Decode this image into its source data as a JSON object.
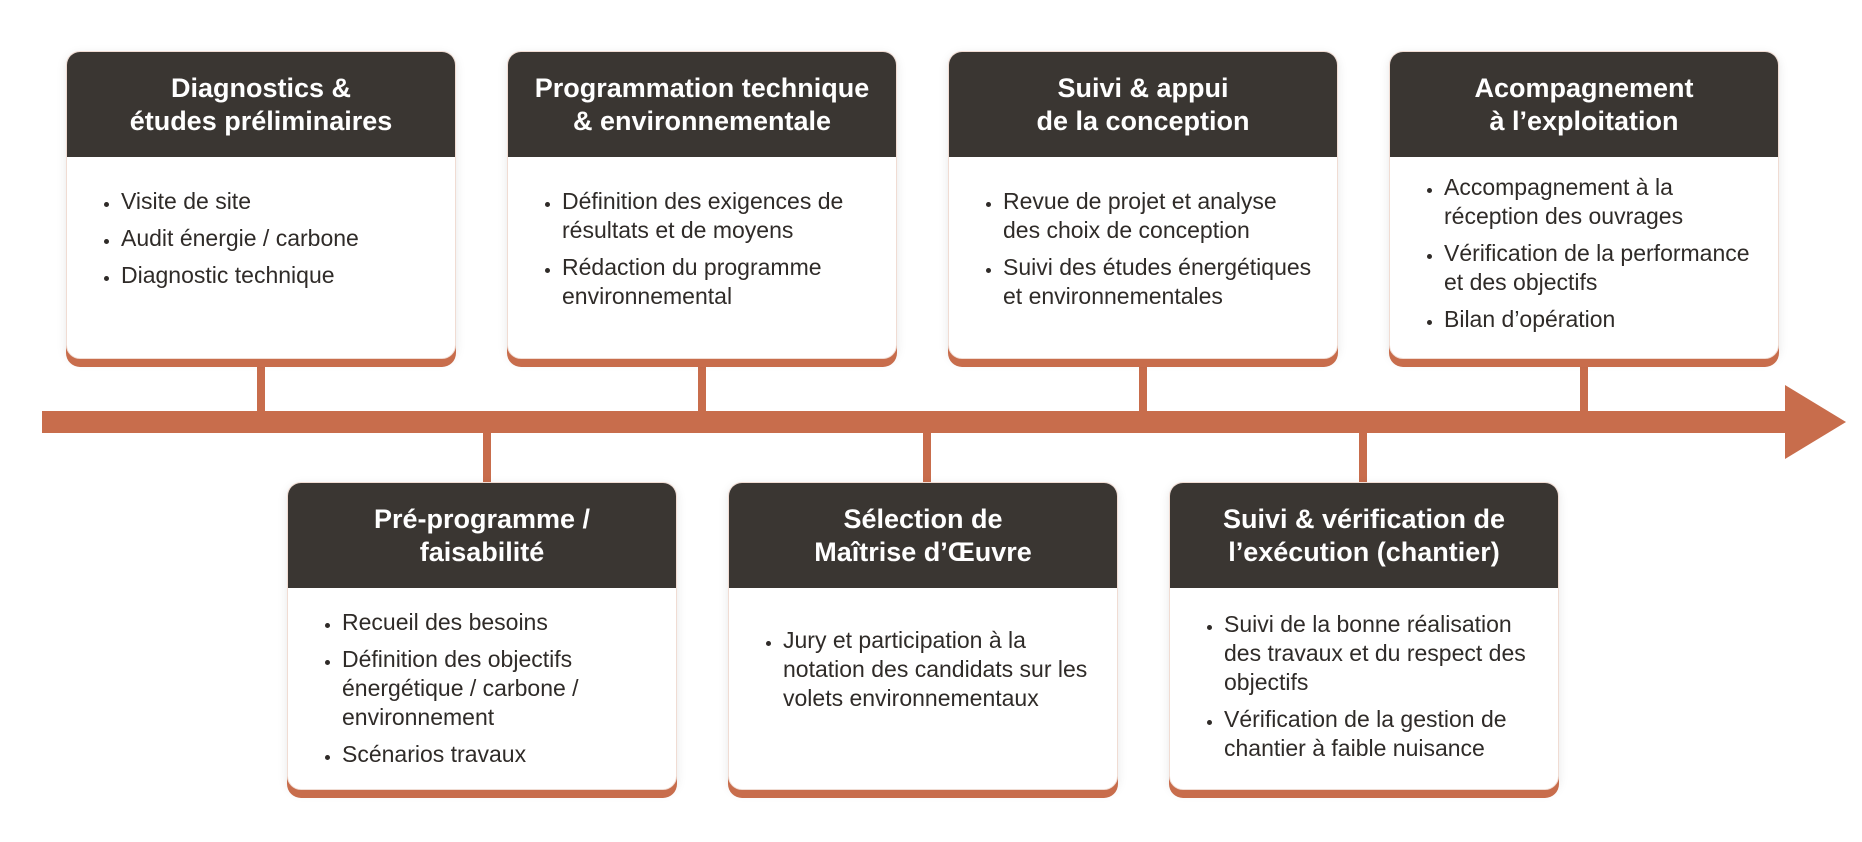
{
  "colors": {
    "accent": "#c86d4c",
    "header": "#3a3632"
  },
  "top": [
    {
      "title": "Diagnostics &\nétudes préliminaires",
      "items": [
        "Visite de site",
        "Audit énergie / carbone",
        "Diagnostic technique"
      ]
    },
    {
      "title": "Programmation technique\n& environnementale",
      "items": [
        "Définition des exigences de résultats et de moyens",
        "Rédaction du programme environnemental"
      ]
    },
    {
      "title": "Suivi & appui\nde la conception",
      "items": [
        "Revue de projet et analyse des choix de conception",
        "Suivi des études énergétiques et environnementales"
      ]
    },
    {
      "title": "Acompagnement\nà l’exploitation",
      "items": [
        "Accompagnement à la réception des ouvrages",
        "Vérification de la performance et des objectifs",
        "Bilan d’opération"
      ]
    }
  ],
  "bottom": [
    {
      "title": "Pré-programme /\nfaisabilité",
      "items": [
        "Recueil des besoins",
        "Définition des objectifs énergétique / carbone / environnement",
        "Scénarios travaux"
      ]
    },
    {
      "title": "Sélection de\nMaîtrise d’Œuvre",
      "items": [
        "Jury et participation à la notation des candidats sur les volets environnementaux"
      ]
    },
    {
      "title": "Suivi & vérification de\nl’exécution (chantier)",
      "items": [
        "Suivi de la bonne réalisation des travaux et du respect des objectifs",
        "Vérification de la gestion de chantier  à faible nuisance"
      ]
    }
  ]
}
